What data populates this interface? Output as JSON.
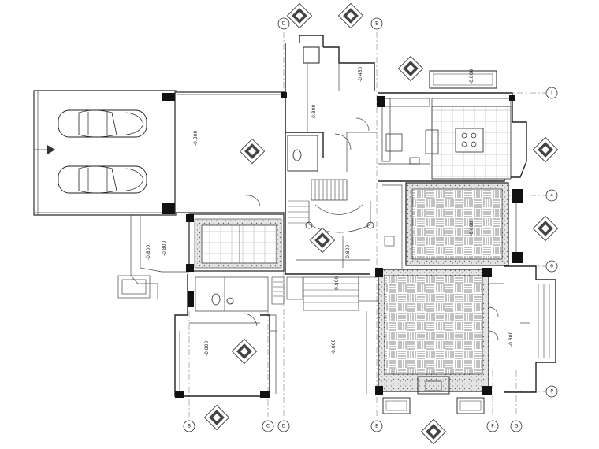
{
  "grid_top": [
    "D",
    "E"
  ],
  "grid_bottom": [
    "B",
    "C",
    "D",
    "E",
    "F",
    "G"
  ],
  "grid_right": [
    "I",
    "4",
    "6",
    "P"
  ],
  "room_labels": {
    "garage_level": "-0.800",
    "garage_area": "-0.800",
    "stair_top": "-0.800",
    "kitchen_top": "-0.800",
    "hall_level": "-0.450",
    "main_level": "-0.800",
    "living_level": "-0.800",
    "dining_level": "-0.800",
    "terrace_level": "-0.800",
    "bottom_left": "-0.800",
    "bottom_mid_1": "-0.800",
    "bottom_mid_2": "-0.800"
  },
  "icons": [
    "car-icon",
    "diamond-marker-icon",
    "grid-bubble-icon"
  ]
}
